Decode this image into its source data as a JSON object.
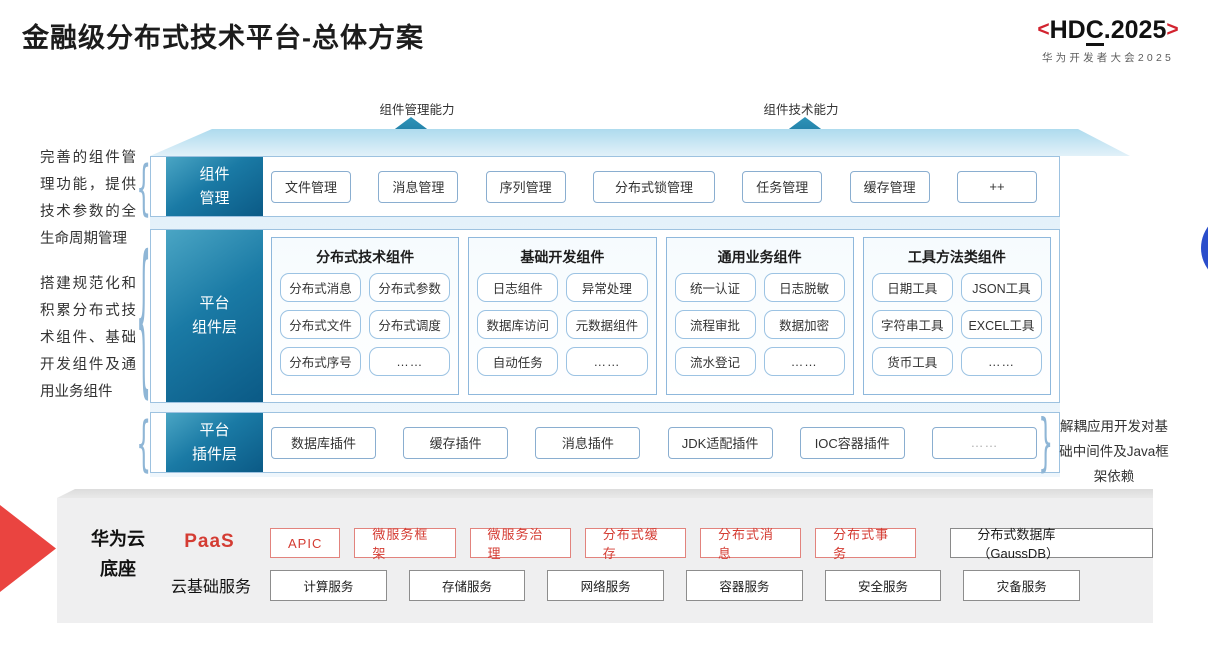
{
  "page": {
    "title": "金融级分布式技术平台-总体方案"
  },
  "logo": {
    "bracket_left": "<",
    "hdc_pre": "HD",
    "hdc_c": "C",
    "hdc_post": ".2025",
    "bracket_right": ">",
    "subtitle": "华为开发者大会2025"
  },
  "capabilities": [
    {
      "label": "组件管理能力"
    },
    {
      "label": "组件技术能力"
    }
  ],
  "notes": {
    "left": [
      "完善的组件管理功能，提供技术参数的全生命周期管理",
      "搭建规范化和积累分布式技术组件、基础开发组件及通用业务组件"
    ],
    "right": "解耦应用开发对基础中间件及Java框架依赖"
  },
  "rows": {
    "component_mgmt": {
      "label": "组件\n管理",
      "items": [
        "文件管理",
        "消息管理",
        "序列管理",
        "分布式锁管理",
        "任务管理",
        "缓存管理",
        "++"
      ]
    },
    "platform_components": {
      "label": "平台\n组件层",
      "groups": [
        {
          "title": "分布式技术组件",
          "items": [
            "分布式消息",
            "分布式参数",
            "分布式文件",
            "分布式调度",
            "分布式序号",
            {
              "label": "……",
              "style": "dim"
            }
          ]
        },
        {
          "title": "基础开发组件",
          "items": [
            "日志组件",
            "异常处理",
            "数据库访问",
            "元数据组件",
            "自动任务",
            {
              "label": "……",
              "style": "dim"
            }
          ]
        },
        {
          "title": "通用业务组件",
          "items": [
            "统一认证",
            "日志脱敏",
            "流程审批",
            "数据加密",
            "流水登记",
            {
              "label": "……",
              "style": "dim"
            }
          ]
        },
        {
          "title": "工具方法类组件",
          "items": [
            "日期工具",
            "JSON工具",
            "字符串工具",
            "EXCEL工具",
            "货币工具",
            {
              "label": "……",
              "style": "dim"
            }
          ]
        }
      ]
    },
    "platform_plugins": {
      "label": "平台\n插件层",
      "items": [
        "数据库插件",
        "缓存插件",
        "消息插件",
        "JDK适配插件",
        "IOC容器插件",
        {
          "label": "……",
          "style": "dim"
        }
      ]
    }
  },
  "foundation": {
    "base_label": "华为云\n底座",
    "paas_label": "PaaS",
    "paas_items": [
      {
        "label": "APIC",
        "style": "red"
      },
      {
        "label": "微服务框架",
        "style": "red"
      },
      {
        "label": "微服务治理",
        "style": "red"
      },
      {
        "label": "分布式缓存",
        "style": "red"
      },
      {
        "label": "分布式消息",
        "style": "red"
      },
      {
        "label": "分布式事务",
        "style": "red"
      },
      {
        "label": "分布式数据库（GaussDB）",
        "style": "dark"
      }
    ],
    "iaas_label": "云基础服务",
    "iaas_items": [
      "计算服务",
      "存储服务",
      "网络服务",
      "容器服务",
      "安全服务",
      "灾备服务"
    ]
  },
  "colors": {
    "logo_red": "#d2232f",
    "accent_red": "#d43c33",
    "triangle_red": "#ea4440",
    "teal": "#15709a",
    "deep_blue": "#0b5a86",
    "border_blue": "#8fb8dc",
    "panel_gray": "#efeff0",
    "royal_blue": "#2b4ecb"
  }
}
